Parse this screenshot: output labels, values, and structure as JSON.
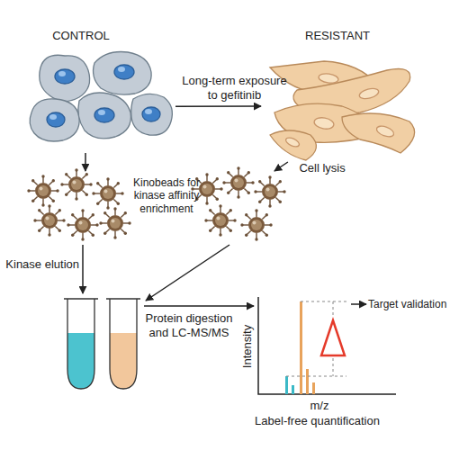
{
  "diagram": {
    "nodes": [
      {
        "text": [
          "CONTROL"
        ]
      },
      {
        "text": [
          "RESISTANT"
        ]
      },
      {
        "text": [
          "Kinobeads for kinase affinity enrichment"
        ]
      },
      {
        "text": [
          "Label-free quantification"
        ]
      }
    ],
    "edges": [
      {
        "from": 0,
        "to": 1,
        "label": "Long-term exposure to gefitinib",
        "arrow": "to"
      },
      {
        "from": 0,
        "to": 2,
        "arrow": "to"
      },
      {
        "from": 1,
        "to": 2,
        "label": "Cell lysis",
        "arrow": "to"
      }
    ],
    "labels": [
      "Kinase elution",
      "Protein digestion and LC-MS/MS",
      "Intensity",
      "m/z",
      "Target validation"
    ]
  }
}
